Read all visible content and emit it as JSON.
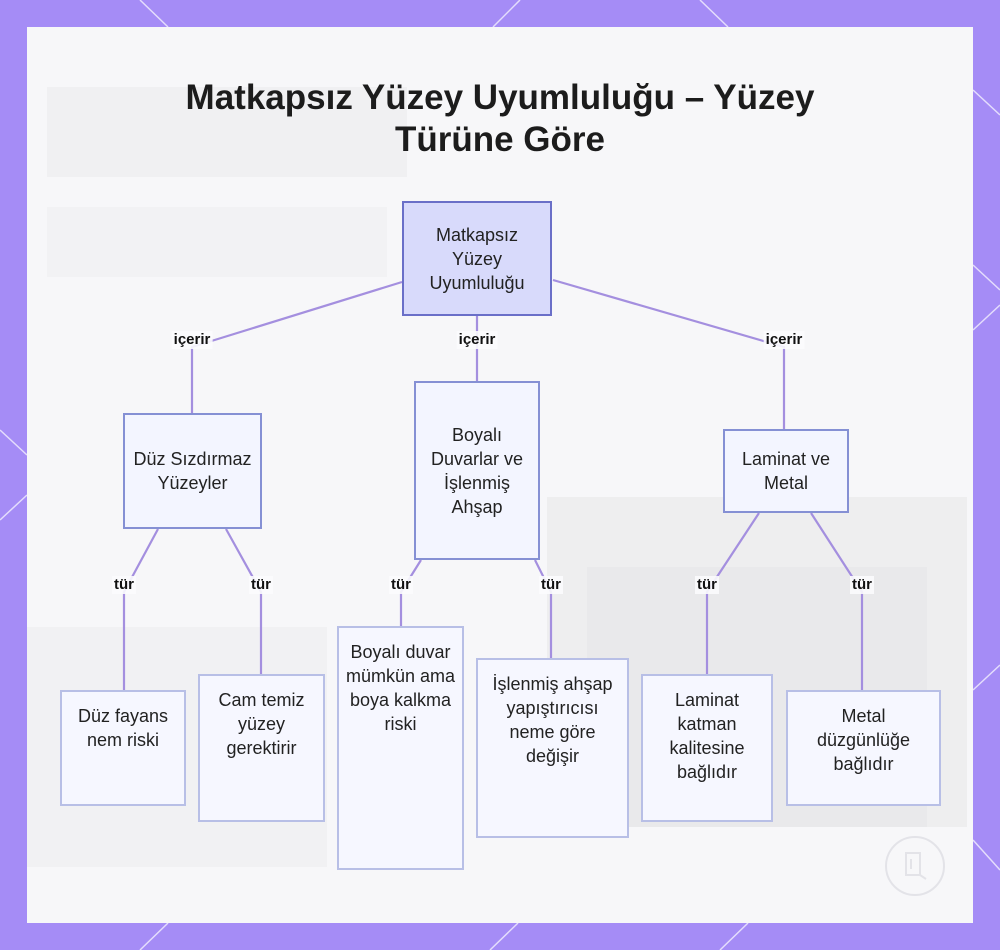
{
  "title": {
    "line1": "Matkapsız Yüzey Uyumluluğu – Yüzey",
    "line2": "Türüne Göre"
  },
  "nodes": {
    "root": "Matkapsız Yüzey Uyumluluğu",
    "smooth": "Düz Sızdırmaz Yüzeyler",
    "painted": "Boyalı Duvarlar ve İşlenmiş Ahşap",
    "laminate": "Laminat ve Metal",
    "tile": "Düz fayans nem riski",
    "glass": "Cam temiz yüzey gerektirir",
    "paint_wall": "Boyalı duvar mümkün ama boya kalkma riski",
    "wood": "İşlenmiş ahşap yapıştırıcısı neme göre değişir",
    "laminate_leaf": "Laminat katman kalitesine bağlıdır",
    "metal": "Metal düzgünlüğe bağlıdır"
  },
  "edge_labels": {
    "contains": "içerir",
    "type": "tür"
  },
  "colors": {
    "frame": "#a58cf6",
    "edge": "#a48fdf",
    "root_fill": "#d8dafb",
    "node_fill": "#f3f5ff",
    "node_border": "#8590d4"
  }
}
